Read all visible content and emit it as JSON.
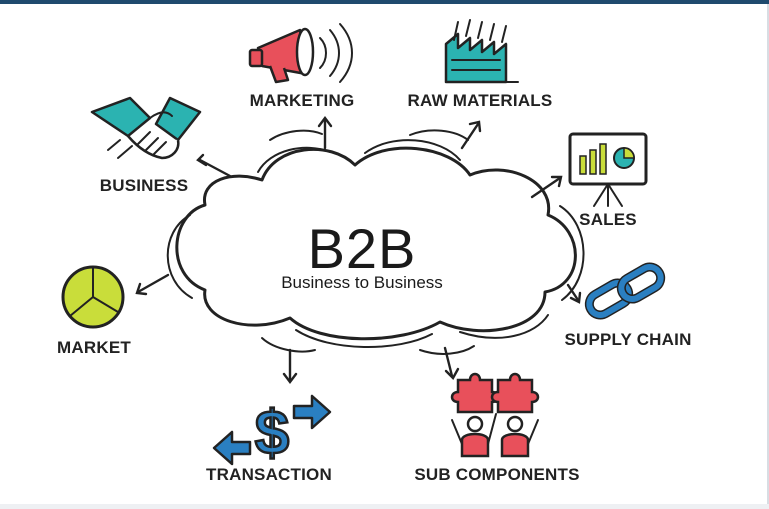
{
  "center": {
    "title": "B2B",
    "subtitle": "Business to Business"
  },
  "nodes": {
    "marketing": "MARKETING",
    "raw_materials": "RAW MATERIALS",
    "business": "BUSINESS",
    "sales": "SALES",
    "market": "MARKET",
    "supply_chain": "SUPPLY CHAIN",
    "transaction": "TRANSACTION",
    "sub_components": "SUB COMPONENTS"
  },
  "colors": {
    "frame": "#1f4a6e",
    "red": "#e8505b",
    "teal": "#2bb3b1",
    "blue": "#2a7fc1",
    "lime": "#c9dd3a",
    "ink": "#222222"
  },
  "icons": {
    "marketing": "megaphone-icon",
    "raw_materials": "factory-icon",
    "business": "handshake-icon",
    "sales": "presentation-board-icon",
    "market": "pie-chart-icon",
    "supply_chain": "chain-link-icon",
    "transaction": "dollar-exchange-icon",
    "sub_components": "puzzle-people-icon"
  }
}
